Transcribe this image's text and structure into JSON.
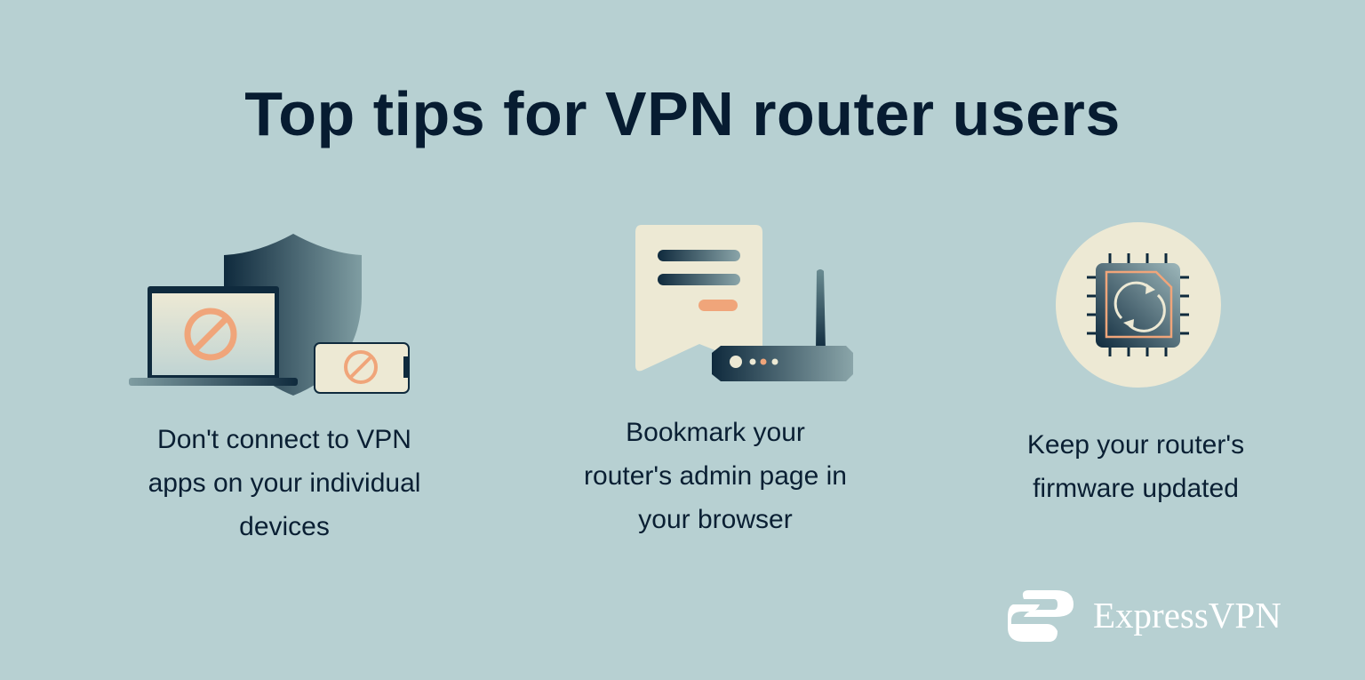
{
  "title": "Top tips for VPN router users",
  "tips": [
    {
      "caption": "Don't connect to VPN apps on your individual devices",
      "lines": [
        "Don't connect to VPN",
        "apps on your individual",
        "devices"
      ],
      "icon": "shield-laptop-phone-blocked-icon"
    },
    {
      "caption": "Bookmark your router's admin page in your browser",
      "lines": [
        "Bookmark your",
        "router's admin page in",
        "your browser"
      ],
      "icon": "bookmark-router-icon"
    },
    {
      "caption": "Keep your router's firmware updated",
      "lines": [
        "Keep your router's",
        "firmware updated"
      ],
      "icon": "chip-refresh-icon"
    }
  ],
  "brand": {
    "name": "ExpressVPN",
    "icon": "expressvpn-logo-icon"
  },
  "colors": {
    "background": "#b7d0d2",
    "title": "#071c31",
    "accent": "#f0a57a",
    "cream": "#ede9d4",
    "dark": "#0f2a3d"
  }
}
